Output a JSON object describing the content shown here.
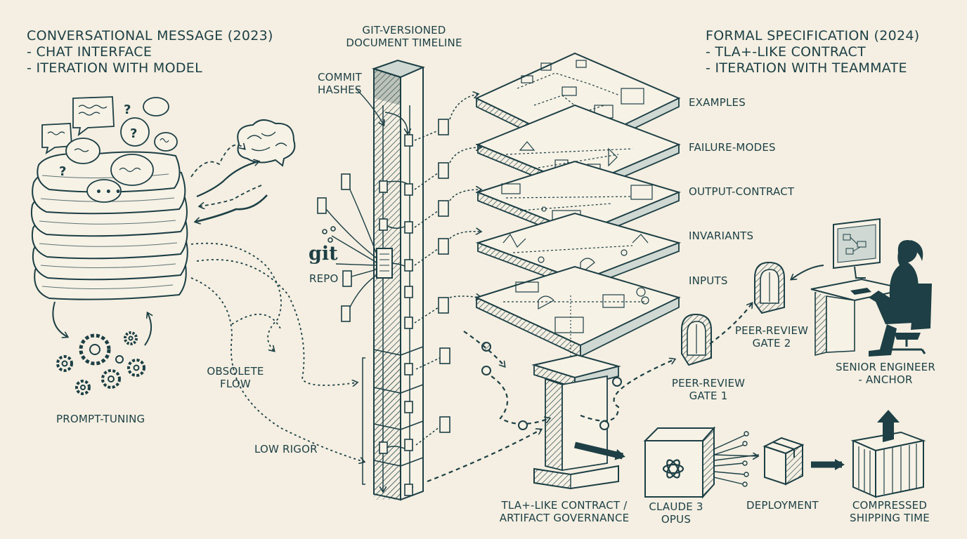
{
  "left_header": {
    "title": "CONVERSATIONAL MESSAGE (2023)",
    "bullet1": "- CHAT INTERFACE",
    "bullet2": "- ITERATION WITH MODEL"
  },
  "right_header": {
    "title": "FORMAL SPECIFICATION (2024)",
    "bullet1": "- TLA+-LIKE CONTRACT",
    "bullet2": "- ITERATION WITH TEAMMATE"
  },
  "timeline_label": "GIT-VERSIONED\nDOCUMENT TIMELINE",
  "commit_label": "COMMIT\nHASHES",
  "git_word": "git",
  "repo_label": "REPO",
  "layers": [
    "EXAMPLES",
    "FAILURE-MODES",
    "OUTPUT-CONTRACT",
    "INVARIANTS",
    "INPUTS"
  ],
  "prompt_tuning": "PROMPT-TUNING",
  "obsolete_flow": "OBSOLETE\nFLOW",
  "low_rigor": "LOW RIGOR",
  "contract_label": "TLA+-LIKE CONTRACT /\nARTIFACT GOVERNANCE",
  "claude_label": "CLAUDE 3\nOPUS",
  "deployment_label": "DEPLOYMENT",
  "compressed_label": "COMPRESSED\nSHIPPING TIME",
  "gate1_label": "PEER-REVIEW\nGATE 1",
  "gate2_label": "PEER-REVIEW\nGATE 2",
  "engineer_label": "SENIOR ENGINEER\n- ANCHOR",
  "colors": {
    "ink": "#1d3f45",
    "paper": "#f4efe2",
    "teal_shade": "#cfd8d2"
  }
}
